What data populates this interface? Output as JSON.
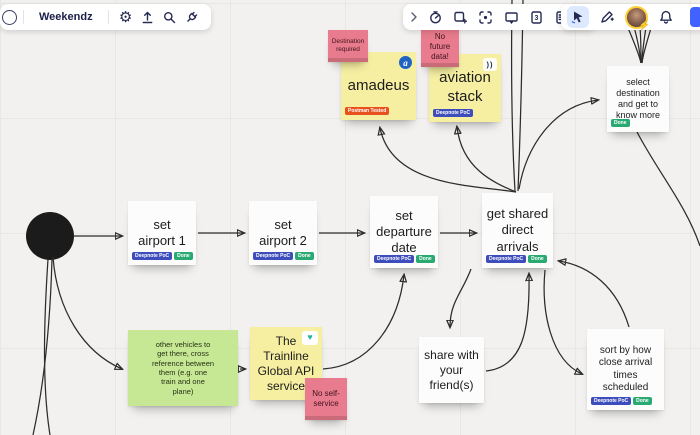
{
  "board": {
    "title": "Weekendz"
  },
  "toolbars": {
    "frames_count": "3",
    "left_icons": [
      "gear-icon",
      "export-icon",
      "search-icon",
      "plugins-icon"
    ],
    "right_icons": [
      "expand-icon",
      "timer-icon",
      "add-frame-icon",
      "screenshot-icon",
      "presentation-icon",
      "frames-icon",
      "notes-icon",
      "more-tools-icon"
    ],
    "account_icons": [
      "cursor-tool-icon",
      "pen-tool-icon",
      "avatar",
      "notifications-icon",
      "share-button"
    ]
  },
  "icons": {
    "gear": "⚙",
    "heart": "♥",
    "amadeus_logo": "a",
    "aviationstack_logo": "))",
    "lightning": "⚡"
  },
  "tags": {
    "deepnote": "Deepnote PoC",
    "done": "Done",
    "postman": "Postman Tested"
  },
  "stickies": {
    "destination_required": {
      "text": "Destination required"
    },
    "no_future_data": {
      "text": "No future data!"
    },
    "amadeus": {
      "text": "amadeus"
    },
    "aviation_stack": {
      "text": "aviation stack"
    },
    "select_destination": {
      "text": "select destination and get to know more"
    },
    "set_airport_1": {
      "text": "set airport 1"
    },
    "set_airport_2": {
      "text": "set airport 2"
    },
    "set_departure_date": {
      "text": "set departure date"
    },
    "get_shared": {
      "text": "get shared direct arrivals"
    },
    "share_friends": {
      "text": "share with your friend(s)"
    },
    "sort_by": {
      "text": "sort by how close arrival times scheduled"
    },
    "other_vehicles": {
      "text": "other vehicles to get there, cross reference between them (e.g. one train and one plane)"
    },
    "trainline": {
      "text": "The Trainline Global API service"
    },
    "no_self_service": {
      "text": "No self-service"
    }
  },
  "colors": {
    "accent_blue": "#4262ff",
    "sticky_yellow": "#f6efa2",
    "sticky_pink": "#e87b8d",
    "sticky_green": "#c6e793",
    "tag_blue": "#3d4dbb",
    "tag_green": "#2aaa72",
    "tag_red": "#e8501d"
  }
}
